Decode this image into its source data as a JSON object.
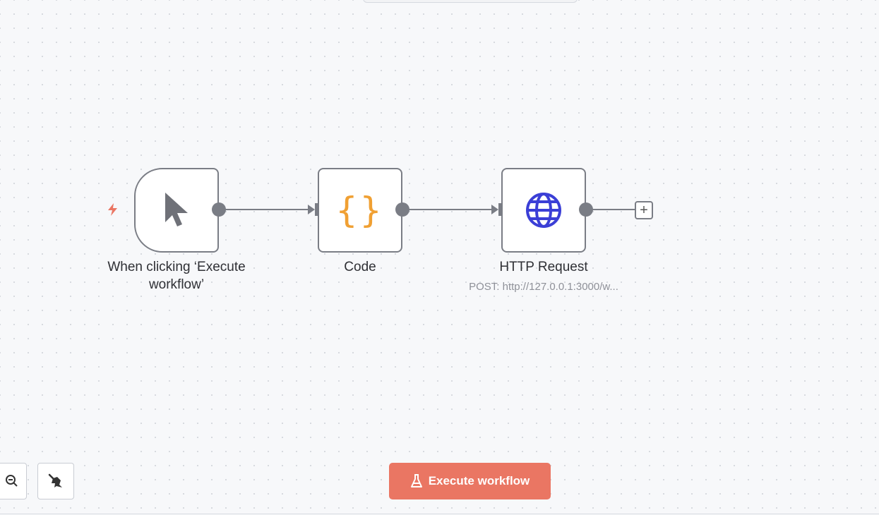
{
  "canvas": {
    "nodes": [
      {
        "label": "When clicking ‘Execute workflow’",
        "icon": "mouse-pointer-icon",
        "type": "trigger"
      },
      {
        "label": "Code",
        "icon": "code-braces-icon",
        "icon_text": "{}",
        "icon_color": "#f0a033"
      },
      {
        "label": "HTTP Request",
        "subtitle": "POST: http://127.0.0.1:3000/w...",
        "icon": "globe-icon",
        "icon_color": "#3b3fd6"
      }
    ],
    "trigger_marker_color": "#ea7663",
    "add_node_symbol": "+"
  },
  "toolbar": {
    "execute_label": "Execute workflow",
    "execute_color": "#ea7663",
    "zoom_out_icon": "zoom-out-icon",
    "tidy_up_icon": "broom-icon"
  }
}
